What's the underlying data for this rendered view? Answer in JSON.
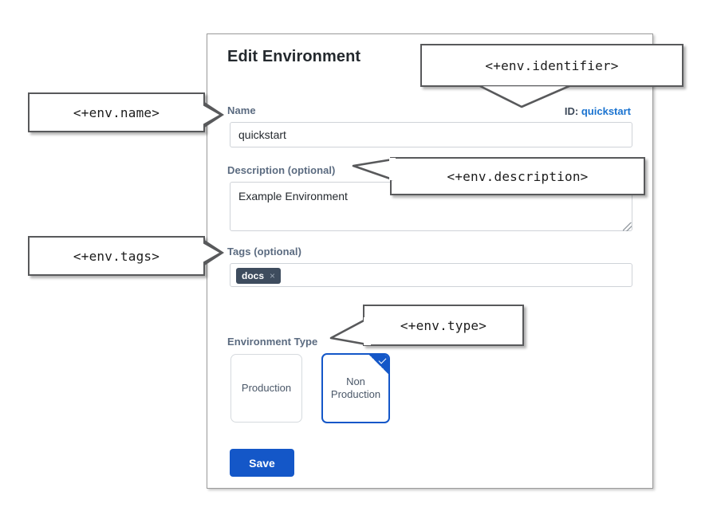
{
  "panel": {
    "title": "Edit Environment",
    "id_prefix": "ID:",
    "id_value": "quickstart",
    "fields": {
      "name": {
        "label": "Name",
        "value": "quickstart",
        "placeholder": ""
      },
      "description": {
        "label": "Description (optional)",
        "value": "Example Environment",
        "placeholder": ""
      },
      "tags": {
        "label": "Tags (optional)",
        "chip_label": "docs",
        "chip_remove": "×",
        "placeholder": ""
      },
      "environment_type": {
        "label": "Environment Type",
        "options": [
          {
            "label": "Production",
            "selected": false
          },
          {
            "label": "Non\nProduction",
            "line1": "Non",
            "line2": "Production",
            "selected": true
          }
        ]
      }
    },
    "save_label": "Save"
  },
  "callouts": [
    {
      "text": "<+env.name>"
    },
    {
      "text": "<+env.identifier>"
    },
    {
      "text": "<+env.description>"
    },
    {
      "text": "<+env.tags>"
    },
    {
      "text": "<+env.type>"
    }
  ],
  "colors": {
    "accent": "#1457c8",
    "link": "#1a73d0",
    "label": "#5b6b80",
    "chip_bg": "#3e4c5e",
    "callout_border": "#58595b"
  }
}
